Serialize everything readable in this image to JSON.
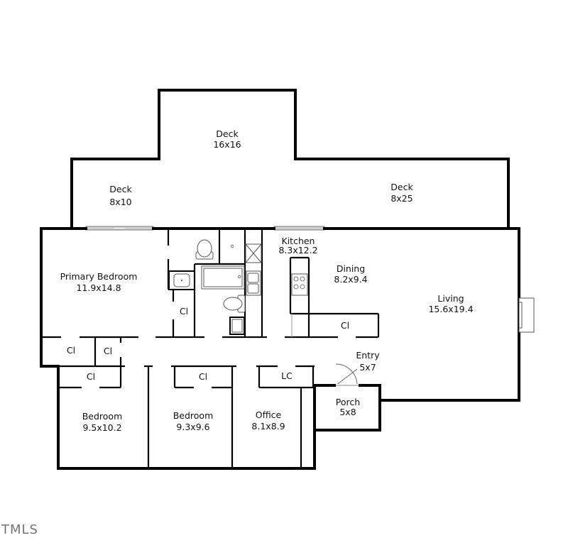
{
  "rooms": {
    "deck_center": {
      "name": "Deck",
      "size": "16x16"
    },
    "deck_left": {
      "name": "Deck",
      "size": "8x10"
    },
    "deck_right": {
      "name": "Deck",
      "size": "8x25"
    },
    "primary_bedroom": {
      "name": "Primary Bedroom",
      "size": "11.9x14.8"
    },
    "kitchen": {
      "name": "Kitchen",
      "size": "8.3x12.2"
    },
    "dining": {
      "name": "Dining",
      "size": "8.2x9.4"
    },
    "living": {
      "name": "Living",
      "size": "15.6x19.4"
    },
    "entry": {
      "name": "Entry",
      "size": "5x7"
    },
    "porch": {
      "name": "Porch",
      "size": "5x8"
    },
    "bedroom_1": {
      "name": "Bedroom",
      "size": "9.5x10.2"
    },
    "bedroom_2": {
      "name": "Bedroom",
      "size": "9.3x9.6"
    },
    "office": {
      "name": "Office",
      "size": "8.1x8.9"
    }
  },
  "closets": {
    "primary_closet": "Cl",
    "dining_closet": "Cl",
    "hall_closet_left": "Cl",
    "hall_closet_right": "Cl",
    "bedroom1_closet": "Cl",
    "bedroom2_closet": "Cl",
    "linen_closet": "LC"
  },
  "watermark": "TMLS"
}
